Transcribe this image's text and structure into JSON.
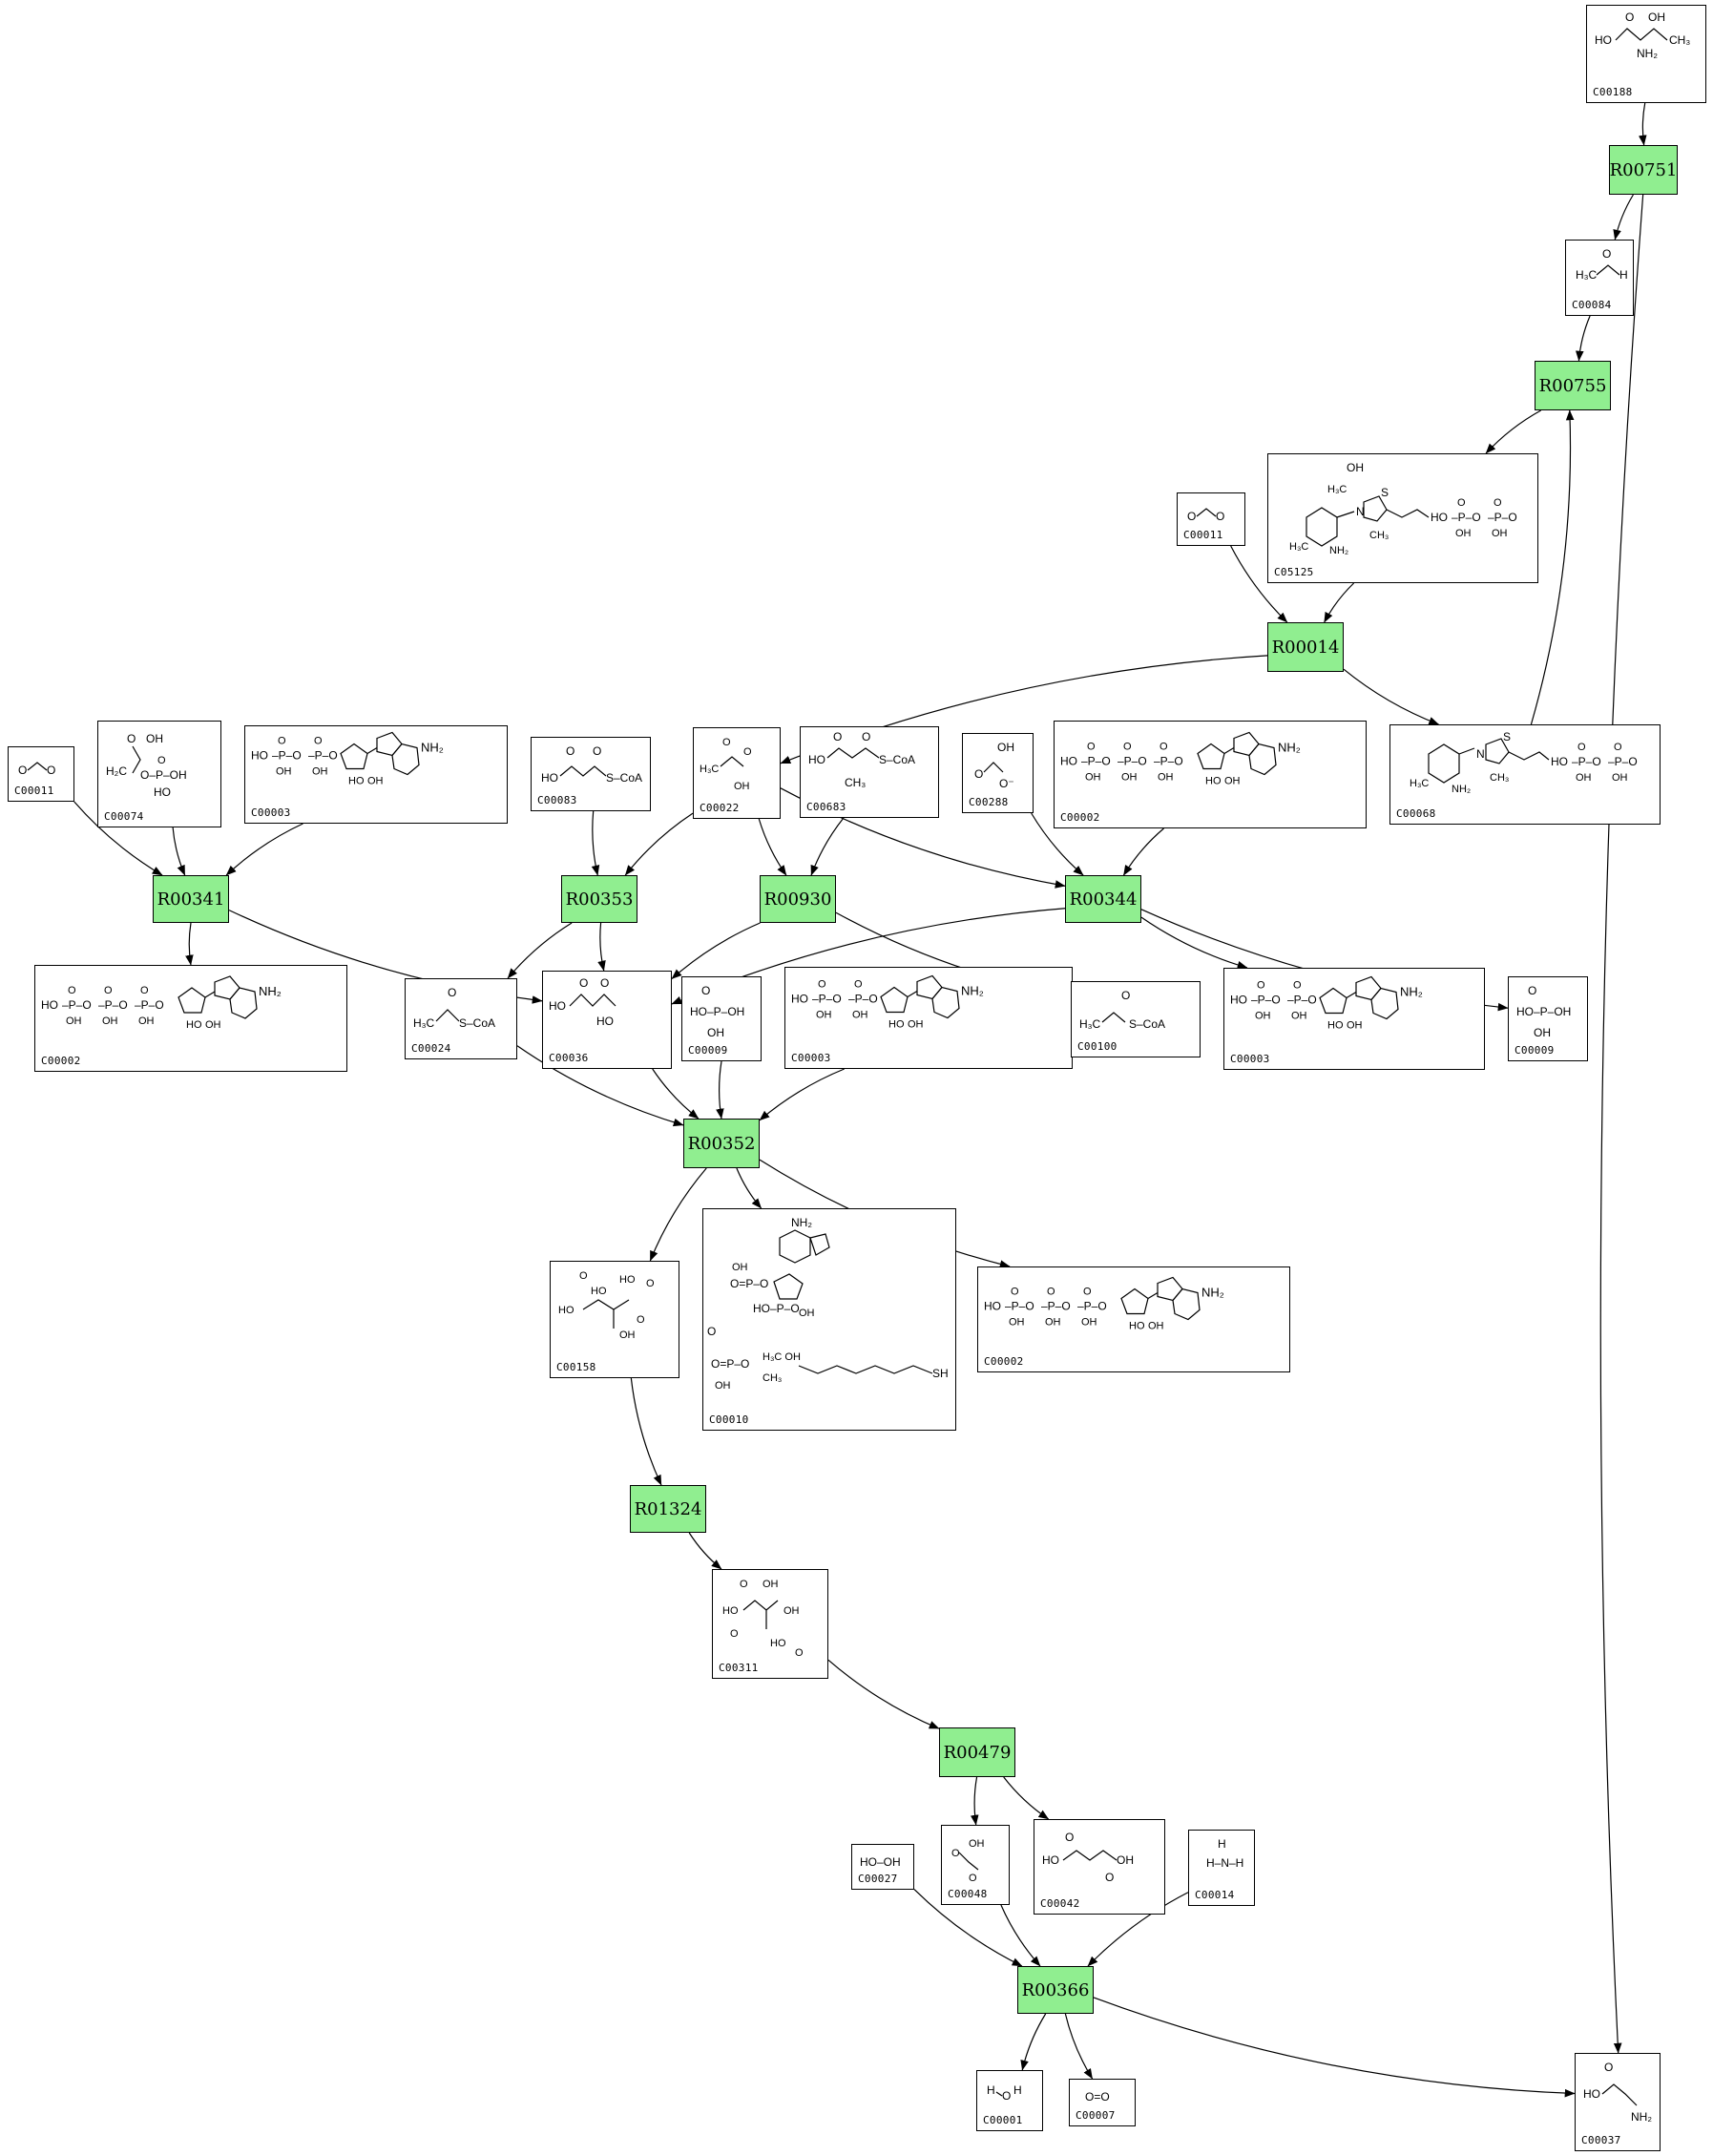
{
  "accent_colors": {
    "reaction_fill": "#90ee90",
    "border": "#000000",
    "edge": "#000000"
  },
  "reactions": [
    {
      "id": "r00751",
      "label": "R00751"
    },
    {
      "id": "r00755",
      "label": "R00755"
    },
    {
      "id": "r00014",
      "label": "R00014"
    },
    {
      "id": "r00341",
      "label": "R00341"
    },
    {
      "id": "r00353",
      "label": "R00353"
    },
    {
      "id": "r00930",
      "label": "R00930"
    },
    {
      "id": "r00344",
      "label": "R00344"
    },
    {
      "id": "r00352",
      "label": "R00352"
    },
    {
      "id": "r01324",
      "label": "R01324"
    },
    {
      "id": "r00479",
      "label": "R00479"
    },
    {
      "id": "r00366",
      "label": "R00366"
    }
  ],
  "compounds": [
    {
      "id": "c00188",
      "label": "C00188",
      "structure": "threonine"
    },
    {
      "id": "c00084",
      "label": "C00084",
      "structure": "acetaldehyde"
    },
    {
      "id": "c05125",
      "label": "C05125",
      "structure": "2-(alpha-hydroxyethyl)thiamine-diphosphate"
    },
    {
      "id": "c00011a",
      "label": "C00011",
      "structure": "CO2"
    },
    {
      "id": "c00068",
      "label": "C00068",
      "structure": "thiamine-diphosphate"
    },
    {
      "id": "c00011b",
      "label": "C00011",
      "structure": "CO2"
    },
    {
      "id": "c00074",
      "label": "C00074",
      "structure": "phosphoenolpyruvate"
    },
    {
      "id": "c00003a",
      "label": "C00003",
      "structure": "NAD+"
    },
    {
      "id": "c00083",
      "label": "C00083",
      "structure": "malonyl-CoA"
    },
    {
      "id": "c00022",
      "label": "C00022",
      "structure": "pyruvate"
    },
    {
      "id": "c00683",
      "label": "C00683",
      "structure": "methylmalonyl-CoA"
    },
    {
      "id": "c00288",
      "label": "C00288",
      "structure": "bicarbonate"
    },
    {
      "id": "c00002a",
      "label": "C00002",
      "structure": "ATP"
    },
    {
      "id": "c00002b",
      "label": "C00002",
      "structure": "ATP"
    },
    {
      "id": "c00024",
      "label": "C00024",
      "structure": "acetyl-CoA"
    },
    {
      "id": "c00036",
      "label": "C00036",
      "structure": "oxaloacetate"
    },
    {
      "id": "c00009a",
      "label": "C00009",
      "structure": "phosphate"
    },
    {
      "id": "c00003b",
      "label": "C00003",
      "structure": "NAD+"
    },
    {
      "id": "c00100",
      "label": "C00100",
      "structure": "propanoyl-CoA"
    },
    {
      "id": "c00003c",
      "label": "C00003",
      "structure": "NAD+"
    },
    {
      "id": "c00009b",
      "label": "C00009",
      "structure": "phosphate"
    },
    {
      "id": "c00158",
      "label": "C00158",
      "structure": "citrate"
    },
    {
      "id": "c00010",
      "label": "C00010",
      "structure": "CoA"
    },
    {
      "id": "c00002c",
      "label": "C00002",
      "structure": "ATP"
    },
    {
      "id": "c00311",
      "label": "C00311",
      "structure": "isocitrate"
    },
    {
      "id": "c00027",
      "label": "C00027",
      "structure": "hydrogen-peroxide"
    },
    {
      "id": "c00048",
      "label": "C00048",
      "structure": "glyoxylate"
    },
    {
      "id": "c00042",
      "label": "C00042",
      "structure": "succinate"
    },
    {
      "id": "c00014",
      "label": "C00014",
      "structure": "ammonia"
    },
    {
      "id": "c00001",
      "label": "C00001",
      "structure": "water"
    },
    {
      "id": "c00007",
      "label": "C00007",
      "structure": "oxygen"
    },
    {
      "id": "c00037",
      "label": "C00037",
      "structure": "glycine"
    }
  ],
  "edges": [
    [
      "c00188",
      "r00751"
    ],
    [
      "r00751",
      "c00084"
    ],
    [
      "r00751",
      "c00037"
    ],
    [
      "c00084",
      "r00755"
    ],
    [
      "c00068",
      "r00755"
    ],
    [
      "r00755",
      "c05125"
    ],
    [
      "c00011a",
      "r00014"
    ],
    [
      "c05125",
      "r00014"
    ],
    [
      "r00014",
      "c00022"
    ],
    [
      "r00014",
      "c00068"
    ],
    [
      "c00011b",
      "r00341"
    ],
    [
      "c00074",
      "r00341"
    ],
    [
      "c00003a",
      "r00341"
    ],
    [
      "r00341",
      "c00002b"
    ],
    [
      "r00341",
      "c00036"
    ],
    [
      "c00083",
      "r00353"
    ],
    [
      "c00022",
      "r00353"
    ],
    [
      "r00353",
      "c00024"
    ],
    [
      "r00353",
      "c00036"
    ],
    [
      "c00022",
      "r00930"
    ],
    [
      "c00683",
      "r00930"
    ],
    [
      "r00930",
      "c00036"
    ],
    [
      "r00930",
      "c00100"
    ],
    [
      "c00022",
      "r00344"
    ],
    [
      "c00288",
      "r00344"
    ],
    [
      "c00002a",
      "r00344"
    ],
    [
      "r00344",
      "c00036"
    ],
    [
      "r00344",
      "c00003c"
    ],
    [
      "r00344",
      "c00009b"
    ],
    [
      "c00024",
      "r00352"
    ],
    [
      "c00036",
      "r00352"
    ],
    [
      "c00009a",
      "r00352"
    ],
    [
      "c00003b",
      "r00352"
    ],
    [
      "r00352",
      "c00158"
    ],
    [
      "r00352",
      "c00010"
    ],
    [
      "r00352",
      "c00002c"
    ],
    [
      "c00158",
      "r01324"
    ],
    [
      "r01324",
      "c00311"
    ],
    [
      "c00311",
      "r00479"
    ],
    [
      "r00479",
      "c00048"
    ],
    [
      "r00479",
      "c00042"
    ],
    [
      "c00027",
      "r00366"
    ],
    [
      "c00048",
      "r00366"
    ],
    [
      "c00014",
      "r00366"
    ],
    [
      "r00366",
      "c00001"
    ],
    [
      "r00366",
      "c00007"
    ],
    [
      "r00366",
      "c00037"
    ]
  ]
}
